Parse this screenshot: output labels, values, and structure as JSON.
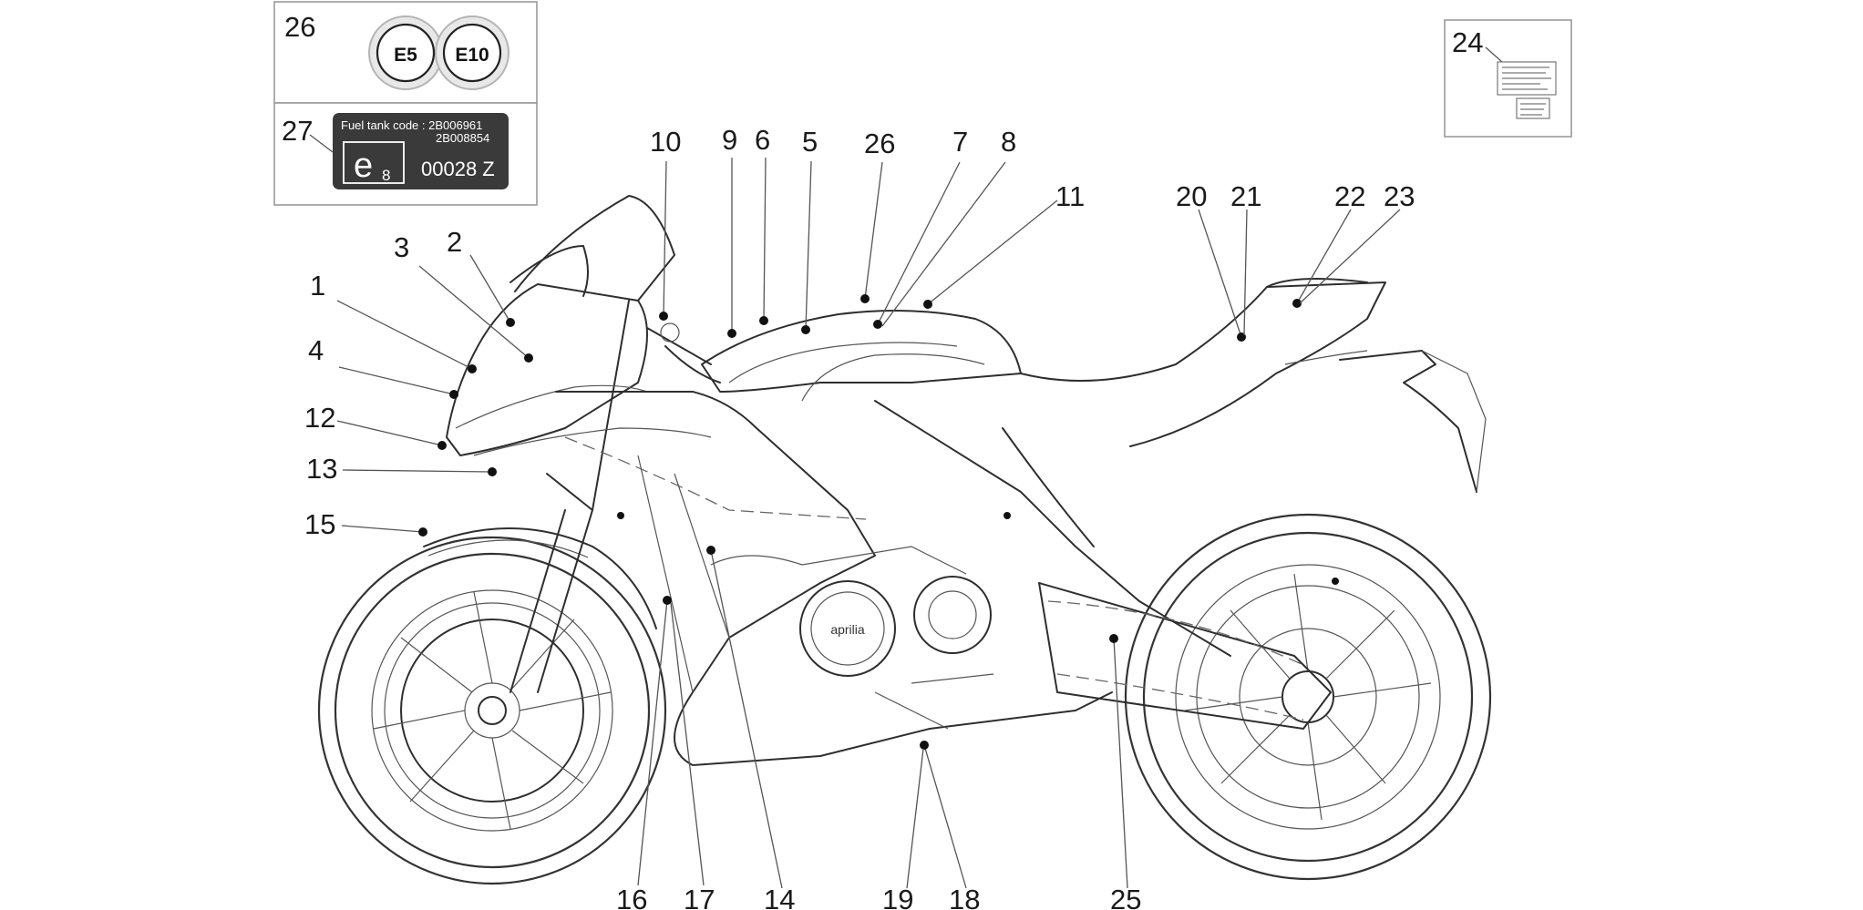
{
  "label_box_26": {
    "number": "26",
    "badges": [
      "E5",
      "E10"
    ]
  },
  "label_box_27": {
    "number": "27",
    "fuel_code_line1": "Fuel tank code : 2B006961",
    "fuel_code_line2": "2B008854",
    "approval_mark": "e",
    "approval_sub": "8",
    "approval_number": "00028 Z"
  },
  "label_box_24": {
    "number": "24"
  },
  "brand_mark": "aprilia",
  "callouts": [
    {
      "id": "1",
      "label": "1"
    },
    {
      "id": "2",
      "label": "2"
    },
    {
      "id": "3",
      "label": "3"
    },
    {
      "id": "4",
      "label": "4"
    },
    {
      "id": "5",
      "label": "5"
    },
    {
      "id": "6",
      "label": "6"
    },
    {
      "id": "7",
      "label": "7"
    },
    {
      "id": "8",
      "label": "8"
    },
    {
      "id": "9",
      "label": "9"
    },
    {
      "id": "10",
      "label": "10"
    },
    {
      "id": "11",
      "label": "11"
    },
    {
      "id": "12",
      "label": "12"
    },
    {
      "id": "13",
      "label": "13"
    },
    {
      "id": "14",
      "label": "14"
    },
    {
      "id": "15",
      "label": "15"
    },
    {
      "id": "16",
      "label": "16"
    },
    {
      "id": "17",
      "label": "17"
    },
    {
      "id": "18",
      "label": "18"
    },
    {
      "id": "19",
      "label": "19"
    },
    {
      "id": "20",
      "label": "20"
    },
    {
      "id": "21",
      "label": "21"
    },
    {
      "id": "22",
      "label": "22"
    },
    {
      "id": "23",
      "label": "23"
    },
    {
      "id": "25",
      "label": "25"
    },
    {
      "id": "26b",
      "label": "26"
    }
  ]
}
